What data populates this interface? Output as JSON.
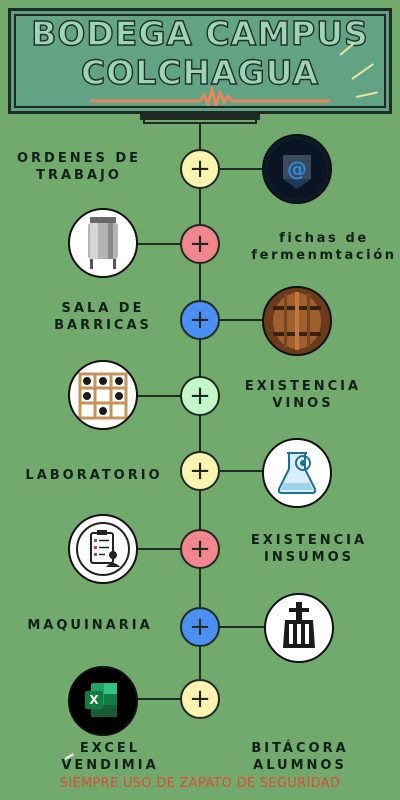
{
  "header": {
    "title_line1": "BODEGA CAMPUS",
    "title_line2": "COLCHAGUA"
  },
  "items": [
    {
      "label": "ORDENES DE TRABAJO",
      "icon": "email-at-icon",
      "node_color": "#fbf3b2"
    },
    {
      "label": "fichas de fermenmtación",
      "icon": "fermentation-tank-icon",
      "node_color": "#f1868c"
    },
    {
      "label": "SALA DE BARRICAS",
      "icon": "wine-barrels-icon",
      "node_color": "#4c8ff2"
    },
    {
      "label": "EXISTENCIA VINOS",
      "icon": "wine-rack-icon",
      "node_color": "#c3f7c7"
    },
    {
      "label": "LABORATORIO",
      "icon": "lab-flask-icon",
      "node_color": "#fbf3b2"
    },
    {
      "label": "EXISTENCIA INSUMOS",
      "icon": "inventory-clipboard-icon",
      "node_color": "#f1868c"
    },
    {
      "label": "MAQUINARIA",
      "icon": "wine-press-icon",
      "node_color": "#4c8ff2"
    },
    {
      "label": "EXCEL VENDIMIA",
      "icon": "excel-icon",
      "node_color": "#fbf3b2"
    },
    {
      "label": "BITÁCORA ALUMNOS",
      "icon": "",
      "node_color": ""
    }
  ],
  "node_symbol": "+",
  "footer": "SIEMPRE USO DE ZAPATO DE SEGURIDAD"
}
